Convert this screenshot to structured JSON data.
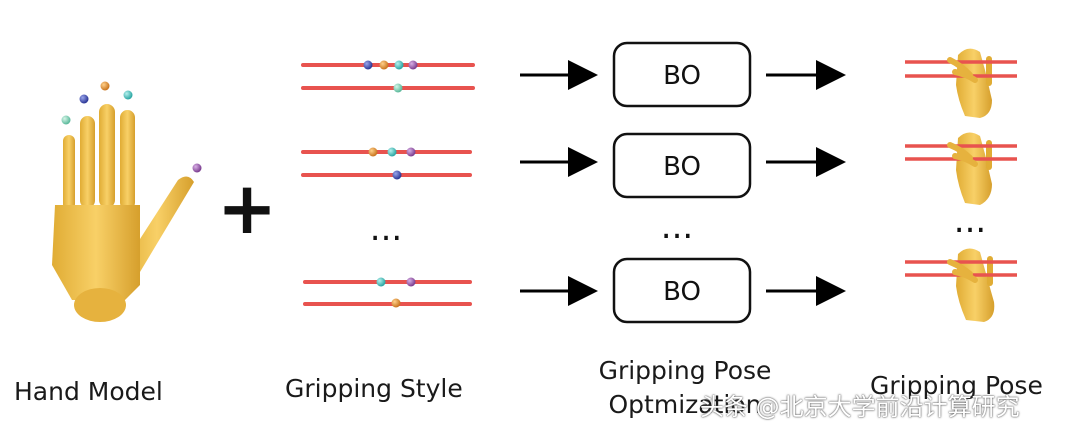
{
  "labels": {
    "hand_model": "Hand Model",
    "gripping_style": "Gripping Style",
    "optimization_line1": "Gripping Pose",
    "optimization_line2": "Optmization",
    "result": "Gripping Pose"
  },
  "box_label": "BO",
  "ellipsis": "...",
  "plus": "+",
  "watermark": "头条 @北京大学前沿计算研究",
  "colors": {
    "rod": "#e8534f",
    "hand": "#f1c24a",
    "box_stroke": "#111111",
    "arrow": "#000000"
  }
}
